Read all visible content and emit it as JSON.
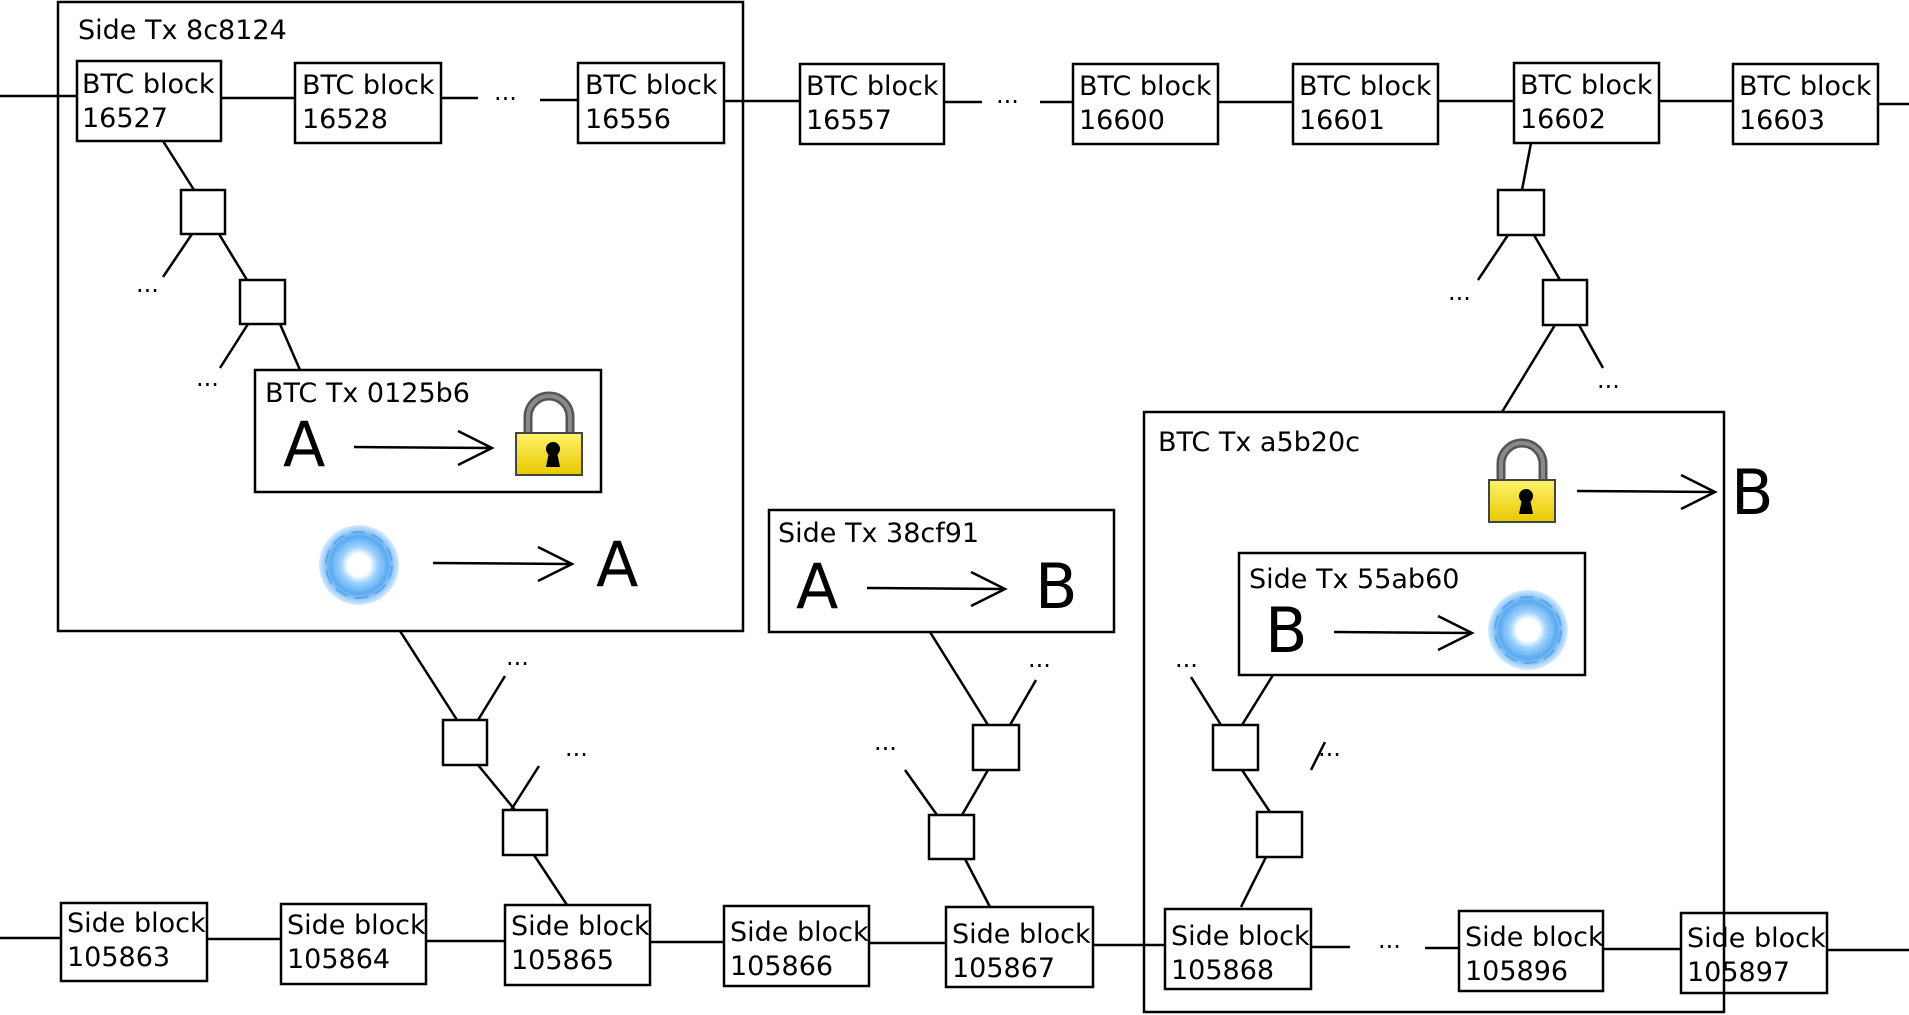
{
  "btc_blocks": [
    {
      "label": "BTC block",
      "number": "16527"
    },
    {
      "label": "BTC block",
      "number": "16528"
    },
    {
      "label": "BTC block",
      "number": "16556"
    },
    {
      "label": "BTC block",
      "number": "16557"
    },
    {
      "label": "BTC block",
      "number": "16600"
    },
    {
      "label": "BTC block",
      "number": "16601"
    },
    {
      "label": "BTC block",
      "number": "16602"
    },
    {
      "label": "BTC block",
      "number": "16603"
    }
  ],
  "side_blocks": [
    {
      "label": "Side block",
      "number": "105863"
    },
    {
      "label": "Side block",
      "number": "105864"
    },
    {
      "label": "Side block",
      "number": "105865"
    },
    {
      "label": "Side block",
      "number": "105866"
    },
    {
      "label": "Side block",
      "number": "105867"
    },
    {
      "label": "Side block",
      "number": "105868"
    },
    {
      "label": "Side block",
      "number": "105896"
    },
    {
      "label": "Side block",
      "number": "105897"
    }
  ],
  "ellipsis": "...",
  "transactions": {
    "side_tx_1": {
      "title": "Side Tx 8c8124",
      "to": "A"
    },
    "btc_tx_1": {
      "title": "BTC Tx 0125b6",
      "from": "A"
    },
    "side_tx_2": {
      "title": "Side Tx 38cf91",
      "from": "A",
      "to": "B"
    },
    "btc_tx_2": {
      "title": "BTC Tx a5b20c",
      "to": "B"
    },
    "side_tx_3": {
      "title": "Side Tx 55ab60",
      "from": "B"
    }
  },
  "icons": {
    "lock": "lock-icon",
    "portal": "portal-icon"
  },
  "colors": {
    "lock_yellow": "#f2e200",
    "lock_shackle": "#6e6e6e",
    "portal_blue": "#5aaaf0"
  }
}
